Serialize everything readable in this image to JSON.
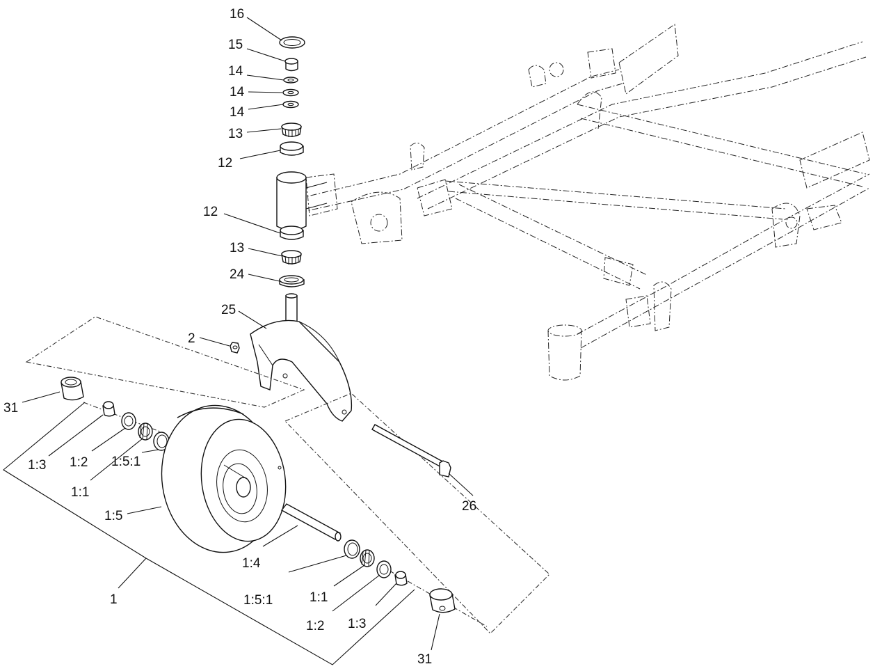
{
  "callouts": [
    {
      "id": "c16",
      "text": "16"
    },
    {
      "id": "c15",
      "text": "15"
    },
    {
      "id": "c14a",
      "text": "14"
    },
    {
      "id": "c14b",
      "text": "14"
    },
    {
      "id": "c14c",
      "text": "14"
    },
    {
      "id": "c13a",
      "text": "13"
    },
    {
      "id": "c12a",
      "text": "12"
    },
    {
      "id": "c12b",
      "text": "12"
    },
    {
      "id": "c13b",
      "text": "13"
    },
    {
      "id": "c24",
      "text": "24"
    },
    {
      "id": "c25",
      "text": "25"
    },
    {
      "id": "c2",
      "text": "2"
    },
    {
      "id": "c31a",
      "text": "31"
    },
    {
      "id": "c13c",
      "text": "1:3"
    },
    {
      "id": "c12c",
      "text": "1:2"
    },
    {
      "id": "c11a",
      "text": "1:1"
    },
    {
      "id": "c151a",
      "text": "1:5:1"
    },
    {
      "id": "c15w",
      "text": "1:5"
    },
    {
      "id": "c26",
      "text": "26"
    },
    {
      "id": "c14axle",
      "text": "1:4"
    },
    {
      "id": "c1",
      "text": "1"
    },
    {
      "id": "c151b",
      "text": "1:5:1"
    },
    {
      "id": "c11b",
      "text": "1:1"
    },
    {
      "id": "c12d",
      "text": "1:2"
    },
    {
      "id": "c13d",
      "text": "1:3"
    },
    {
      "id": "c31b",
      "text": "31"
    }
  ]
}
